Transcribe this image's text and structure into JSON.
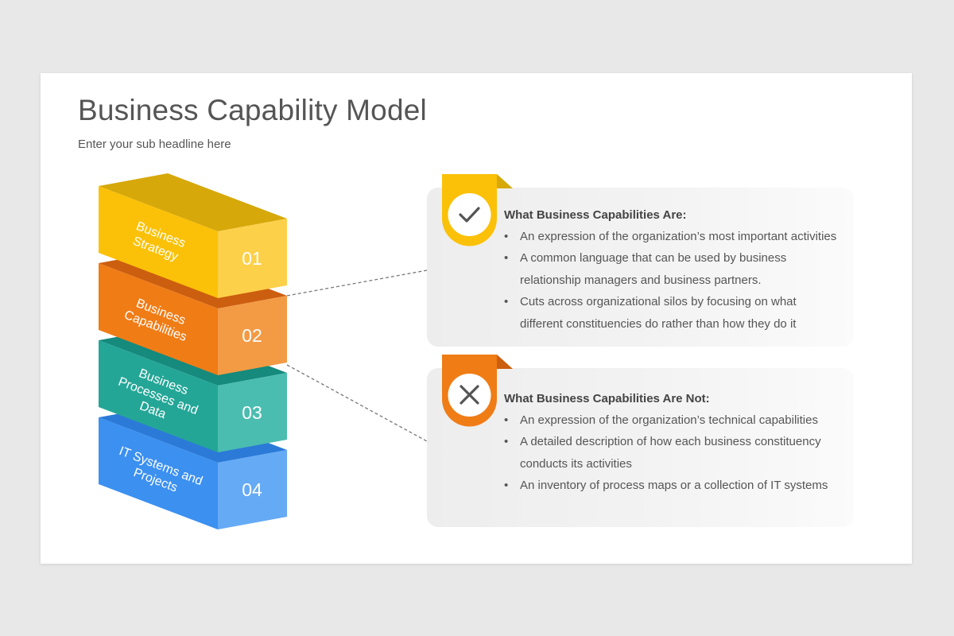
{
  "title": "Business Capability Model",
  "subtitle": "Enter your sub headline here",
  "blocks": [
    {
      "label_lines": [
        "Business",
        "Strategy"
      ],
      "number": "01",
      "colors": {
        "top": "#d6a80a",
        "front": "#fbc108",
        "side": "#fdd04a"
      }
    },
    {
      "label_lines": [
        "Business",
        "Capabilities"
      ],
      "number": "02",
      "colors": {
        "top": "#cc5e0f",
        "front": "#f07c16",
        "side": "#f39a45"
      }
    },
    {
      "label_lines": [
        "Business",
        "Processes and",
        "Data"
      ],
      "number": "03",
      "colors": {
        "top": "#158a7d",
        "front": "#24a697",
        "side": "#4bbdb0"
      }
    },
    {
      "label_lines": [
        "IT Systems and",
        "Projects"
      ],
      "number": "04",
      "colors": {
        "top": "#2b7ad8",
        "front": "#3b90f0",
        "side": "#65aaf5"
      }
    }
  ],
  "cards": [
    {
      "title": "What Business Capabilities Are:",
      "icon": "check-icon",
      "accent": "#fbc108",
      "items": [
        [
          "An expression of the organization’s most important activities"
        ],
        [
          "A common language that can be used by business",
          "relationship managers and business partners."
        ],
        [
          "Cuts across organizational silos by focusing on what",
          "different constituencies do rather than how they do it"
        ]
      ]
    },
    {
      "title": "What Business Capabilities Are Not:",
      "icon": "cross-icon",
      "accent": "#f07c16",
      "items": [
        [
          "An expression of the organization’s technical capabilities"
        ],
        [
          "A detailed description of how each business constituency",
          "conducts its activities"
        ],
        [
          "An inventory of process maps or a collection of IT systems"
        ]
      ]
    }
  ]
}
